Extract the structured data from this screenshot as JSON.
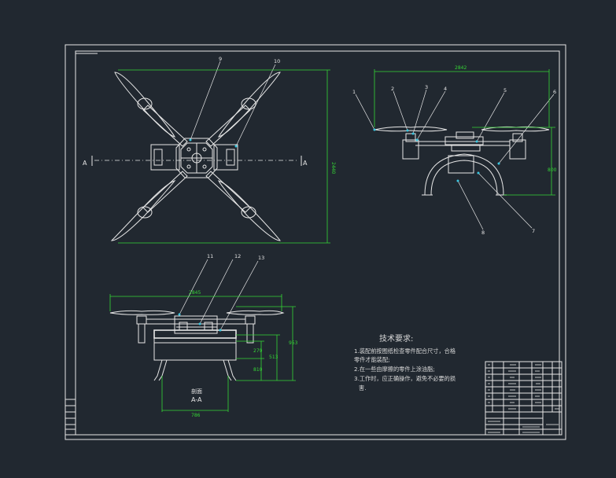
{
  "drawing": {
    "top_view": {
      "labels": {
        "callout_9": "9",
        "callout_10": "10"
      },
      "dimensions": {
        "height": "2440"
      },
      "section_marks": {
        "left": "A",
        "right": "A"
      }
    },
    "side_view": {
      "labels": {
        "c1": "1",
        "c2": "2",
        "c3": "3",
        "c4": "4",
        "c5": "5",
        "c6": "6",
        "c7": "7",
        "c8": "8"
      },
      "dimensions": {
        "width": "2842",
        "height": "800"
      }
    },
    "section_view": {
      "labels": {
        "c11": "11",
        "c12": "12",
        "c13": "13"
      },
      "dimensions": {
        "width": "2845",
        "h1": "953",
        "h2": "513",
        "h3": "279",
        "h4": "810",
        "base": "786"
      },
      "title_1": "剖面",
      "title_2": "A-A"
    },
    "notes": {
      "heading": "技术要求:",
      "line_1": "1.装配前按图纸检查零件配合尺寸，合格",
      "line_2": "零件才能装配;",
      "line_3": "2.在一些由摩擦的零件上涂油脂;",
      "line_4": "3.工作时，应正确操作，避免不必要的损",
      "line_5": "害."
    }
  },
  "colors": {
    "background": "#212830",
    "lines": "#e6e6e6",
    "dimension": "#35d635",
    "highlight": "#39c6e0"
  }
}
